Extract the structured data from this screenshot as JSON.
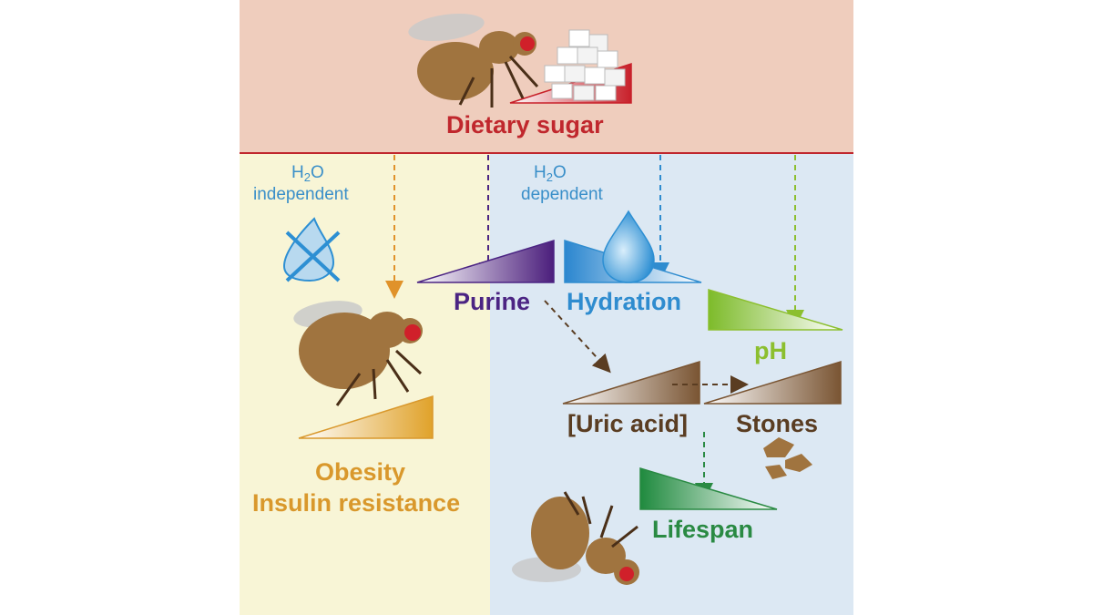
{
  "header": {
    "title": "Dietary sugar",
    "color": "#c0272d",
    "background": "#efcdbd"
  },
  "panels": {
    "left_background": "#f8f5d6",
    "right_background": "#dce8f3"
  },
  "h2o_independent": {
    "h2o_main": "H",
    "h2o_sub": "2",
    "h2o_tail": "O",
    "label": "independent",
    "icon": "crossed-water-drop-icon"
  },
  "h2o_dependent": {
    "h2o_main": "H",
    "h2o_sub": "2",
    "h2o_tail": "O",
    "label": "dependent",
    "icon": "water-drop-icon"
  },
  "nodes": {
    "purine": {
      "label": "Purine",
      "color": "#4b2483"
    },
    "hydration": {
      "label": "Hydration",
      "color": "#2f8ccf"
    },
    "ph": {
      "label": "pH",
      "color": "#8cbf2f"
    },
    "uric_acid": {
      "label": "[Uric acid]",
      "color": "#5a3d22"
    },
    "stones": {
      "label": "Stones",
      "color": "#5a3d22"
    },
    "lifespan": {
      "label": "Lifespan",
      "color": "#2a8a43"
    },
    "obesity": {
      "line1": "Obesity",
      "line2": "Insulin resistance",
      "color": "#d9982c"
    }
  },
  "icons": [
    "fly-icon",
    "sugar-cubes-icon",
    "stones-icon",
    "dead-fly-icon"
  ]
}
